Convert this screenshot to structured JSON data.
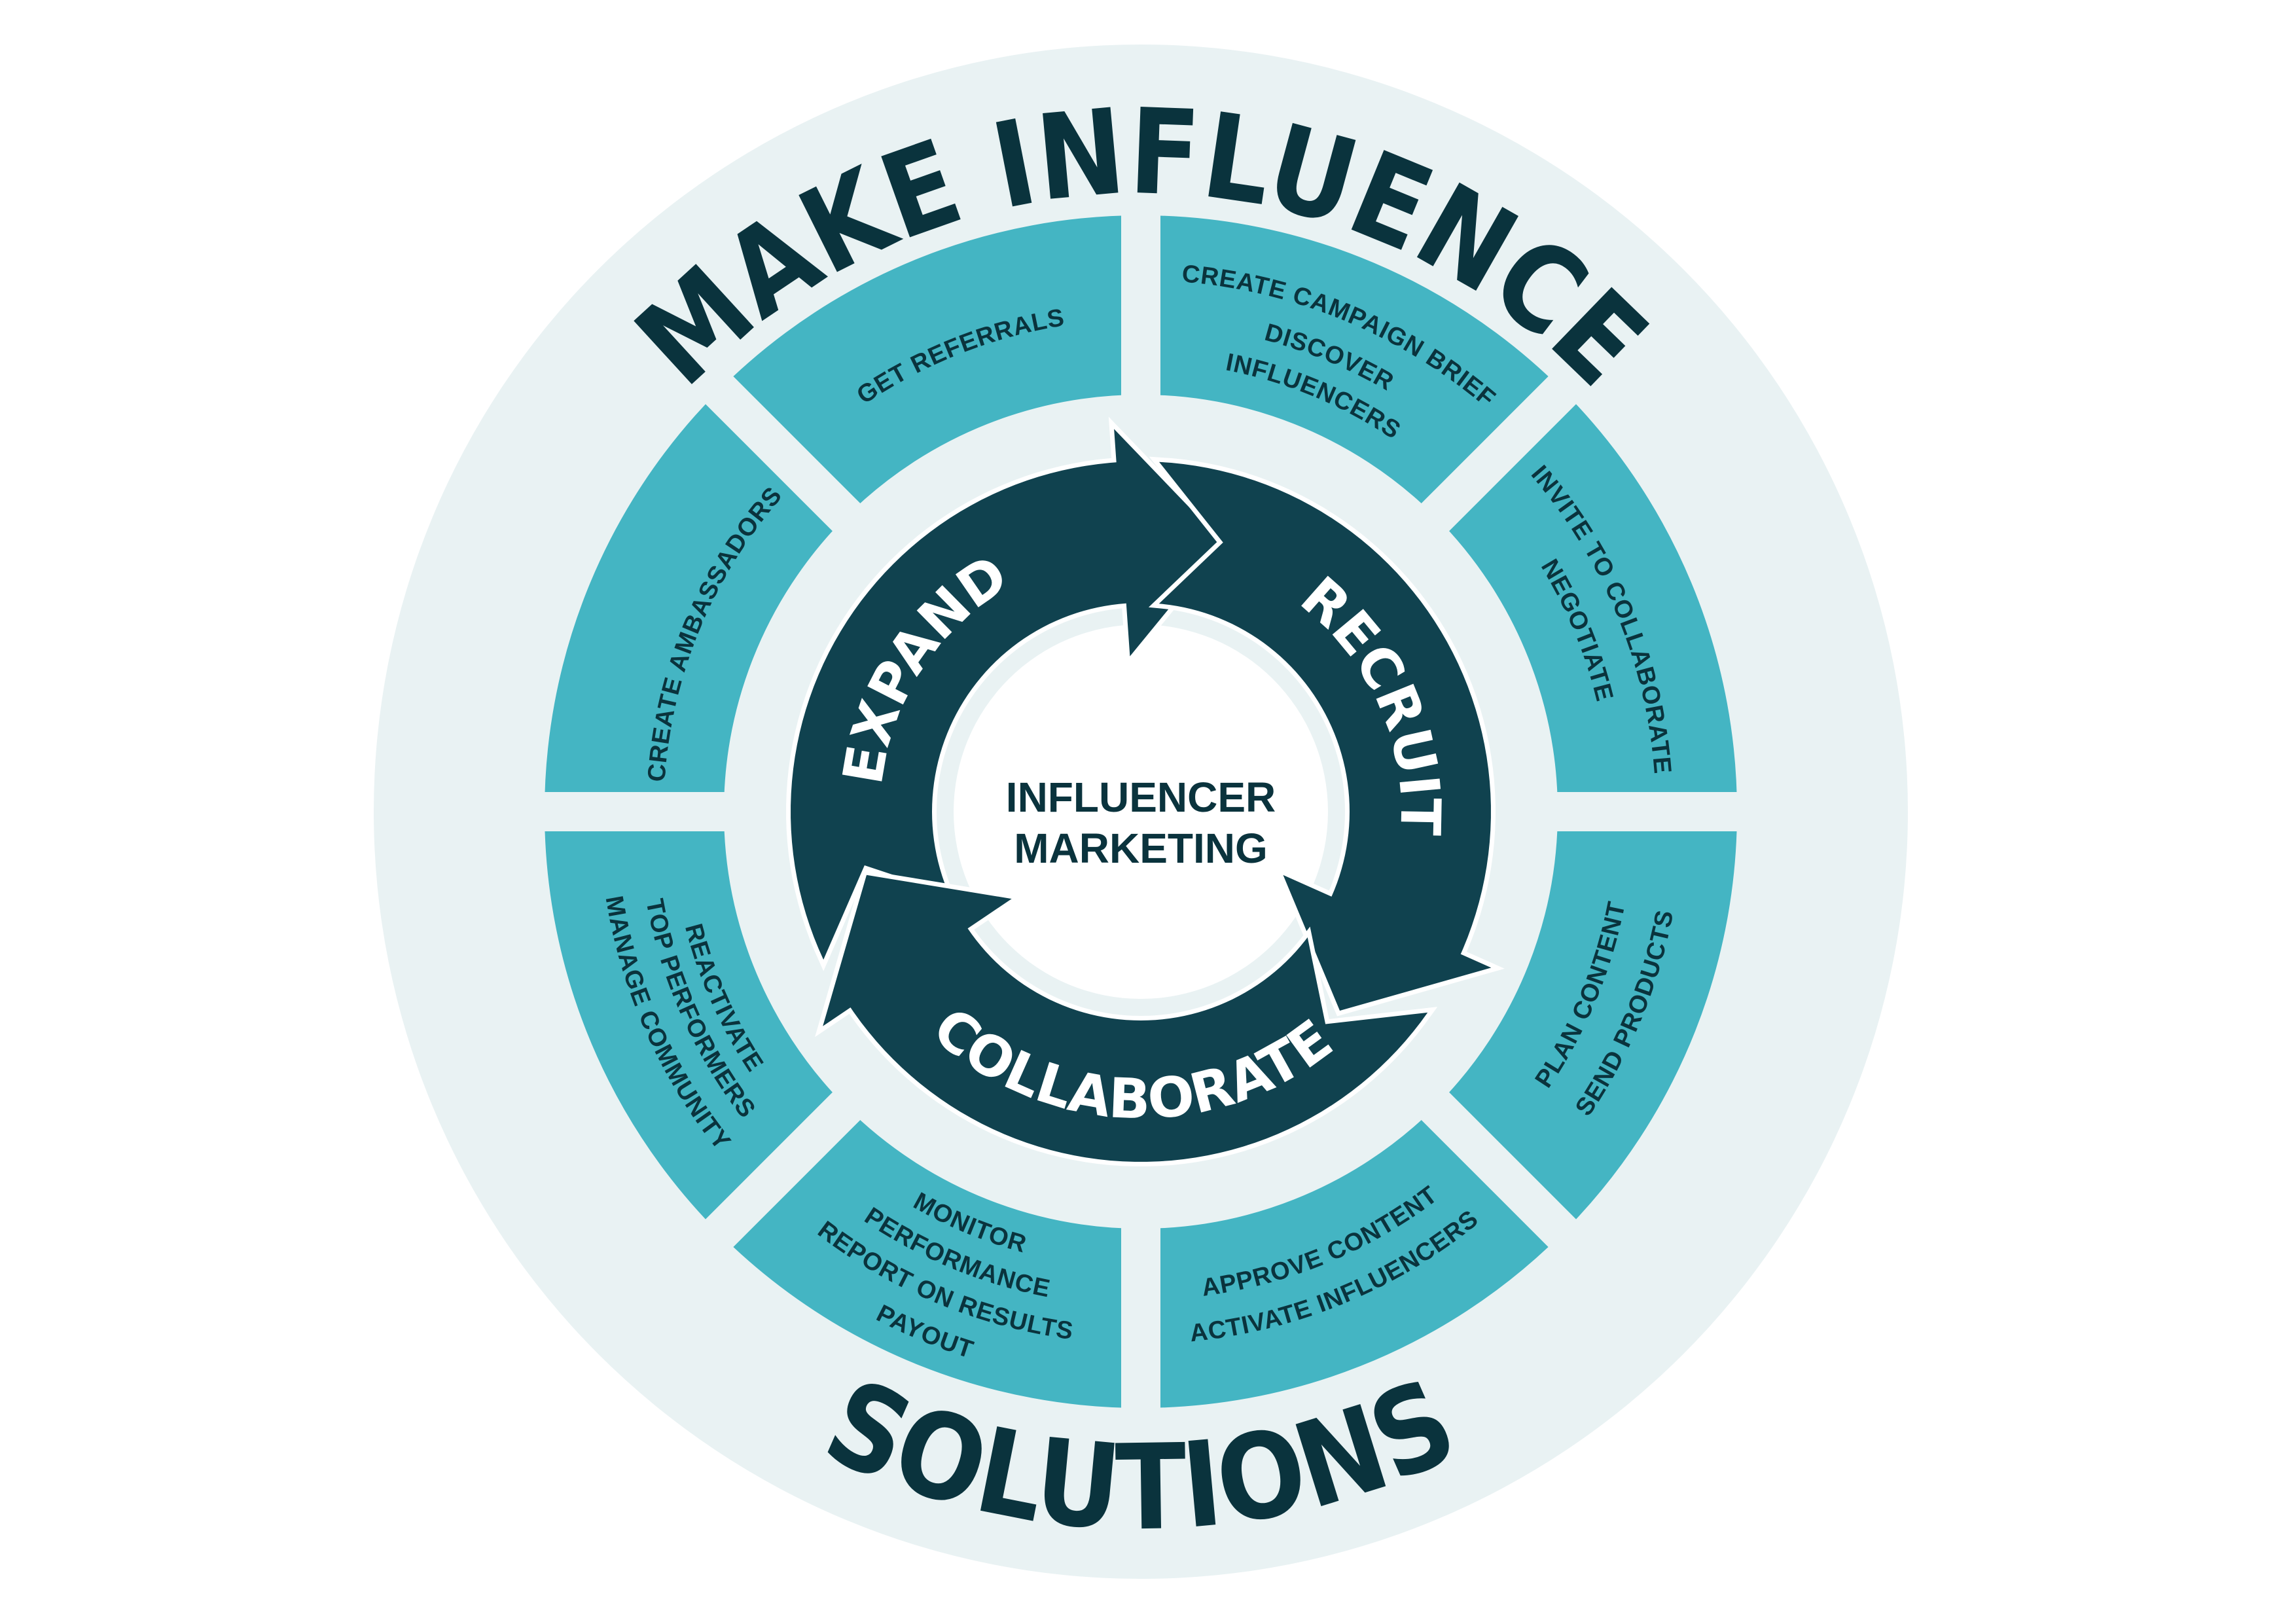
{
  "title": {
    "top": "MAKE INFLUENCE",
    "bottom": "SOLUTIONS"
  },
  "center": {
    "line1": "INFLUENCER",
    "line2": "MARKETING"
  },
  "stages": [
    {
      "label": "EXPAND"
    },
    {
      "label": "RECRUIT"
    },
    {
      "label": "COLLABORATE"
    }
  ],
  "segments": [
    {
      "lines": [
        "CREATE CAMPAIGN BRIEF",
        "DISCOVER",
        "INFLUENCERS"
      ]
    },
    {
      "lines": [
        "INVITE TO COLLABORATE",
        "NEGOTIATE"
      ]
    },
    {
      "lines": [
        "PLAN CONTENT",
        "SEND PRODUCTS"
      ]
    },
    {
      "lines": [
        "APPROVE CONTENT",
        "ACTIVATE INFLUENCERS"
      ]
    },
    {
      "lines": [
        "MONITOR",
        "PERFORMANCE",
        "REPORT ON RESULTS",
        "PAYOUT"
      ]
    },
    {
      "lines": [
        "REACTIVATE",
        "TOP PERFORMERS",
        "MANAGE COMMUNITY"
      ]
    },
    {
      "lines": [
        "CREATE AMBASSADORS"
      ]
    },
    {
      "lines": [
        "GET REFERRALS"
      ]
    }
  ],
  "colors": {
    "background_ring": "#e9f2f3",
    "segment_teal": "#44b5c3",
    "arrow_dark": "#10424f",
    "text_dark": "#0a333d",
    "center_fill": "#ffffff"
  }
}
